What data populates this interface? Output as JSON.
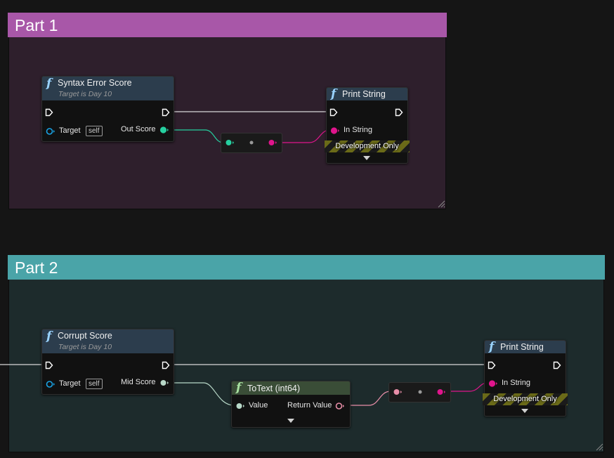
{
  "comments": [
    {
      "title": "Part 1",
      "color": "#a857a8",
      "body_color": "#2e1f2c"
    },
    {
      "title": "Part 2",
      "color": "#4aa4a8",
      "body_color": "#1d2b2c"
    }
  ],
  "part1": {
    "syntax_node": {
      "title": "Syntax Error Score",
      "subtitle": "Target is Day 10",
      "target_label": "Target",
      "self_label": "self",
      "out_label": "Out Score"
    },
    "print_node": {
      "title": "Print String",
      "in_label": "In String",
      "dev_label": "Development Only"
    }
  },
  "part2": {
    "corrupt_node": {
      "title": "Corrupt Score",
      "subtitle": "Target is Day 10",
      "target_label": "Target",
      "self_label": "self",
      "out_label": "Mid Score"
    },
    "totext_node": {
      "title": "ToText (int64)",
      "in_label": "Value",
      "out_label": "Return Value"
    },
    "print_node": {
      "title": "Print String",
      "in_label": "In String",
      "dev_label": "Development Only"
    }
  },
  "icons": {
    "function": "function-f-icon",
    "exec": "exec-pin-icon",
    "data_pin": "data-pin-icon"
  },
  "colors": {
    "int64_pin": "#26d0a0",
    "string_pin": "#e0158c",
    "text_pin": "#e88ea8",
    "object_pin": "#19a4e6",
    "exec_wire": "#d8d8d8",
    "fn_header": "#2c3d4d",
    "totext_header": "#3a4d37"
  }
}
